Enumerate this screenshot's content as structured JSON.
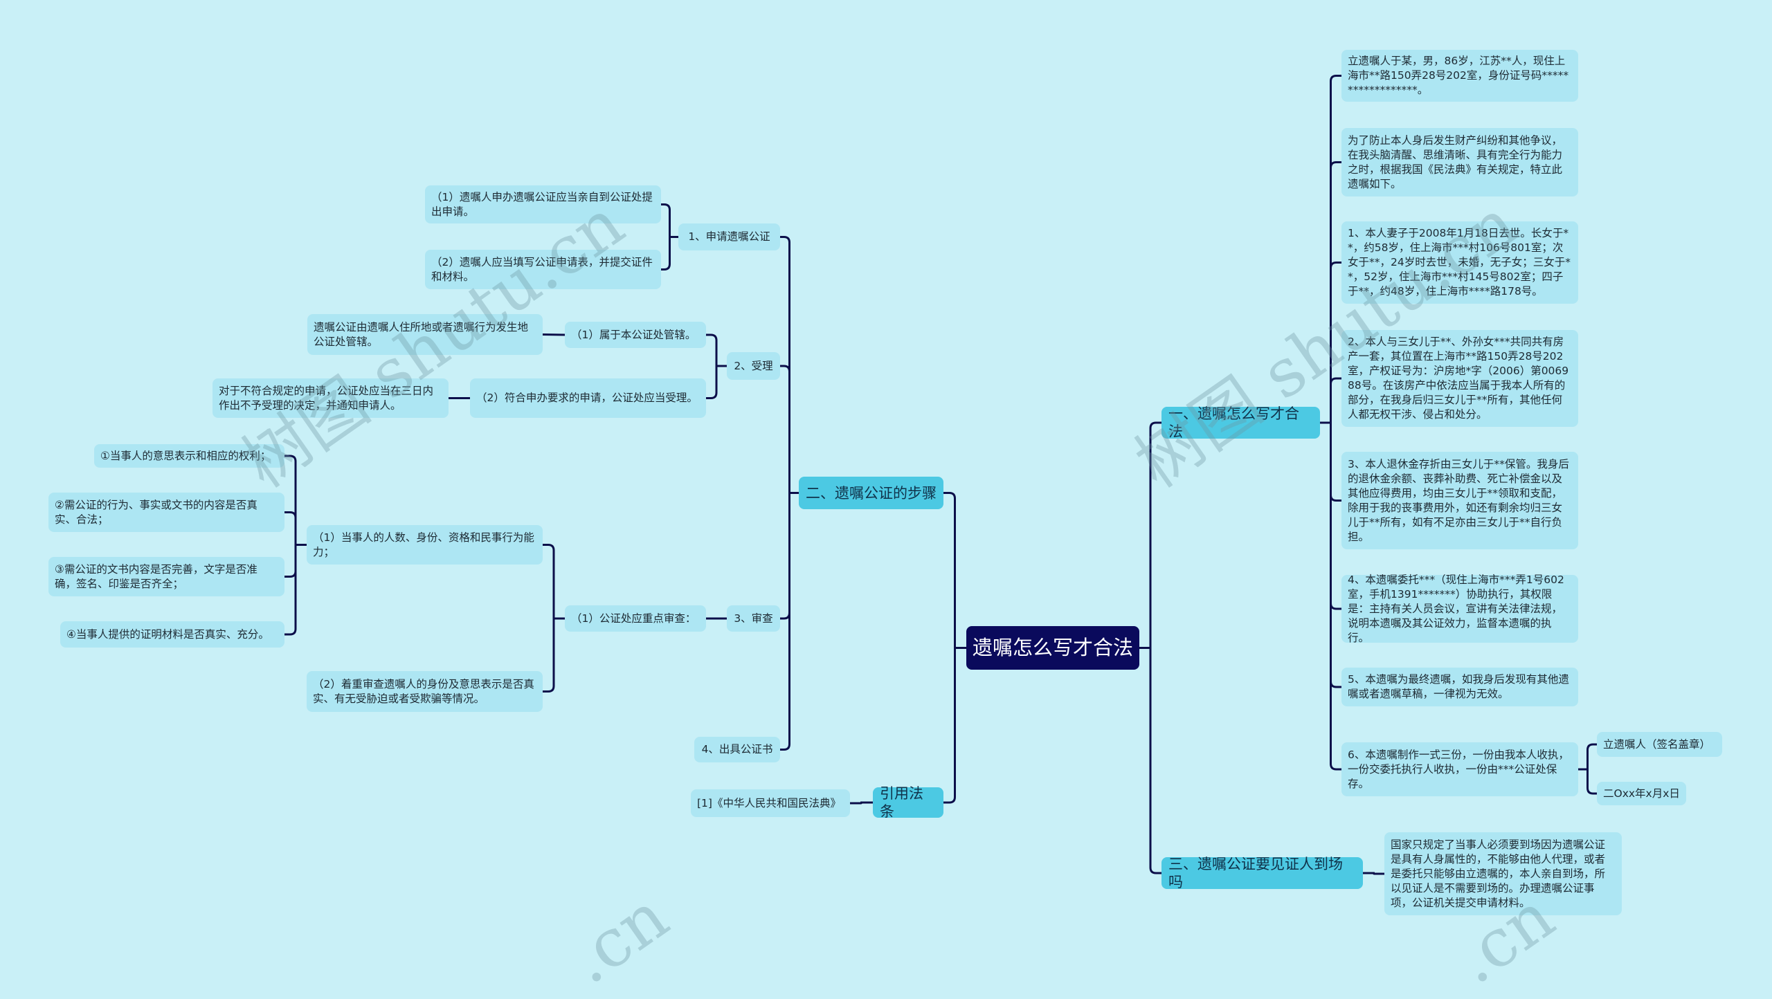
{
  "center": "遗嘱怎么写才合法",
  "branch1": {
    "label": "一、遗嘱怎么写才合法",
    "items": [
      "立遗嘱人于某，男，86岁，江苏**人，现住上海市**路150弄28号202室，身份证号码******************。",
      "为了防止本人身后发生财产纠纷和其他争议，在我头脑清醒、思维清晰、具有完全行为能力之时，根据我国《民法典》有关规定，特立此遗嘱如下。",
      "1、本人妻子于2008年1月18日去世。长女于**，约58岁，住上海市***村106号801室；次女于**，24岁时去世，未婚，无子女；三女于**，52岁，住上海市***村145号802室；四子于**，约48岁，住上海市****路178号。",
      "2、本人与三女儿于**、外孙女***共同共有房产一套，其位置在上海市**路150弄28号202室，产权证号为：沪房地*字（2006）第006988号。在该房产中依法应当属于我本人所有的部分，在我身后归三女儿于**所有，其他任何人都无权干涉、侵占和处分。",
      "3、本人退休金存折由三女儿于**保管。我身后的退休金余额、丧葬补助费、死亡补偿金以及其他应得费用，均由三女儿于**领取和支配，除用于我的丧事费用外，如还有剩余均归三女儿于**所有，如有不足亦由三女儿于**自行负担。",
      "4、本遗嘱委托***（现住上海市***弄1号602室，手机1391*******）协助执行，其权限是：主持有关人员会议，宣讲有关法律法规，说明本遗嘱及其公证效力，监督本遗嘱的执行。",
      "5、本遗嘱为最终遗嘱，如我身后发现有其他遗嘱或者遗嘱草稿，一律视为无效。",
      "6、本遗嘱制作一式三份，一份由我本人收执，一份交委托执行人收执，一份由***公证处保存。"
    ],
    "item6_children": [
      "立遗嘱人（签名盖章）",
      "二Oxx年x月x日"
    ]
  },
  "branch2": {
    "label": "二、遗嘱公证的步骤",
    "step1": {
      "label": "1、申请遗嘱公证",
      "children": [
        "（1）遗嘱人申办遗嘱公证应当亲自到公证处提出申请。",
        "（2）遗嘱人应当填写公证申请表，并提交证件和材料。"
      ]
    },
    "step2": {
      "label": "2、受理",
      "c1": {
        "label": "（1）属于本公证处管辖。",
        "detail": "遗嘱公证由遗嘱人住所地或者遗嘱行为发生地公证处管辖。"
      },
      "c2": {
        "label": "（2）符合申办要求的申请，公证处应当受理。",
        "detail": "对于不符合规定的申请，公证处应当在三日内作出不予受理的决定，并通知申请人。"
      }
    },
    "step3": {
      "label": "3、审查",
      "c1": {
        "label": "（1）公证处应重点审查：",
        "a": {
          "label": "（1）当事人的人数、身份、资格和民事行为能力；",
          "items": [
            "①当事人的意思表示和相应的权利；",
            "②需公证的行为、事实或文书的内容是否真实、合法；",
            "③需公证的文书内容是否完善，文字是否准确，签名、印鉴是否齐全；",
            "④当事人提供的证明材料是否真实、充分。"
          ]
        },
        "b": "（2）着重审查遗嘱人的身份及意思表示是否真实、有无受胁迫或者受欺骗等情况。"
      }
    },
    "step4": "4、出具公证书"
  },
  "branch3": {
    "label": "三、遗嘱公证要见证人到场吗",
    "detail": "国家只规定了当事人必须要到场因为遗嘱公证是具有人身属性的，不能够由他人代理，或者是委托只能够由立遗嘱的，本人亲自到场，所以见证人是不需要到场的。办理遗嘱公证事项，公证机关提交申请材料。"
  },
  "branch4": {
    "label": "引用法条",
    "detail": "[1]《中华人民共和国民法典》"
  },
  "watermark": [
    "树图 shutu.cn",
    "树图 shutu.cn",
    ".cn",
    ".cn"
  ],
  "colors": {
    "background": "#c9f0f7",
    "leaf": "#ade6f3",
    "branch": "#4cc9e3",
    "center": "#0a0a5c",
    "line": "#0c0f4a"
  }
}
